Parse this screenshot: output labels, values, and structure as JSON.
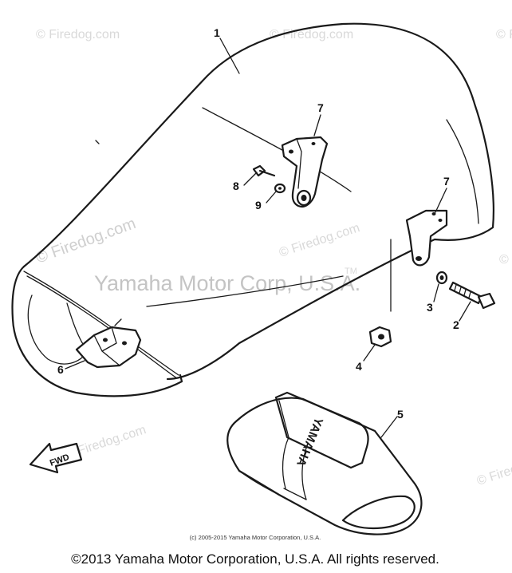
{
  "watermark": {
    "site": "© Firedog.com",
    "owner": "Yamaha Motor Corp, U.S.A.",
    "tm": "TM"
  },
  "callouts": {
    "c1": "1",
    "c2": "2",
    "c3": "3",
    "c4": "4",
    "c5": "5",
    "c6": "6",
    "c7a": "7",
    "c7b": "7",
    "c8": "8",
    "c9": "9"
  },
  "direction_label": "FWD",
  "pouch_brand": "YAMAHA",
  "fine_print": "(c) 2005-2015 Yamaha Motor Corporation, U.S.A.",
  "copyright": "©2013 Yamaha Motor Corporation, U.S.A. All rights reserved.",
  "colors": {
    "ink": "#1a1a1a",
    "watermark": "#c4c4c4",
    "background": "#ffffff"
  }
}
